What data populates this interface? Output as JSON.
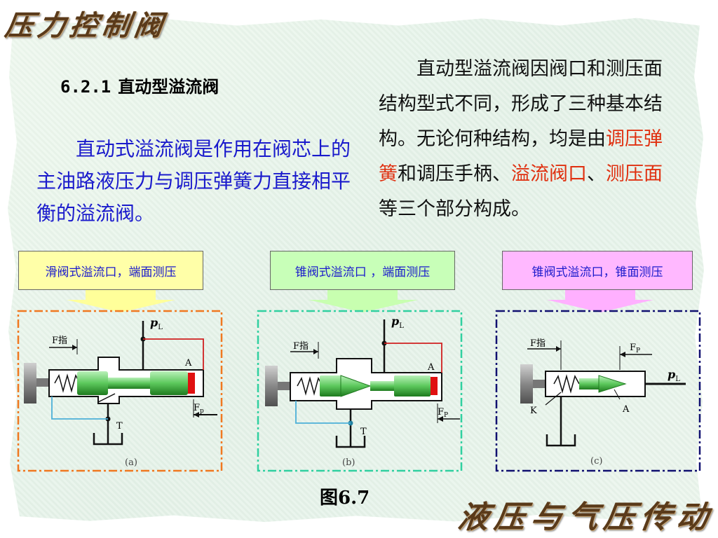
{
  "header": {
    "title": "压力控制阀"
  },
  "footer": {
    "title": "液压与气压传动"
  },
  "section": {
    "number": "6.2.1",
    "title": "直动型溢流阀"
  },
  "intro": {
    "text": "直动式溢流阀是作用在阀芯上的主油路液压力与调压弹簧力直接相平衡的溢流阀。"
  },
  "description": {
    "part1": "直动型溢流阀因阀口和测压面结构型式不同，形成了三种基本结构。无论何种结构，均是由",
    "hl1": "调压弹簧",
    "part2": "和调压手柄、",
    "hl2": "溢流阀口",
    "part3": "、",
    "hl3": "测压面",
    "part4": "等三个部分构成。"
  },
  "labels": {
    "a": "滑阀式溢流口，端面测压",
    "b": "锥阀式溢流口 ，端面测压",
    "c": "锥阀式溢流口，锥面测压"
  },
  "diagrams": {
    "a": {
      "panel": "(a)",
      "p": "p",
      "p_sub": "L",
      "f_spring": "F指",
      "f_p": "F",
      "f_p_sub": "p",
      "port_a": "A",
      "port_t": "T"
    },
    "b": {
      "panel": "(b)",
      "p": "p",
      "p_sub": "L",
      "f_spring": "F指",
      "f_p": "F",
      "f_p_sub": "P",
      "port_a": "A",
      "port_t": "T"
    },
    "c": {
      "panel": "(c)",
      "p": "p",
      "p_sub": "L",
      "f_spring": "F指",
      "f_p": "F",
      "f_p_sub": "P",
      "port_a": "A",
      "port_k": "K"
    }
  },
  "figure": {
    "caption": "图6.7"
  },
  "colors": {
    "blue_text": "#1a1acc",
    "highlight": "#e03010",
    "brush": "#5a3a1a",
    "box_a": "#ffffa8",
    "box_b": "#c8ffb8",
    "box_c": "#ffb8ff",
    "frame_a": "#f07820",
    "frame_b": "#30d0a0",
    "frame_c": "#101070"
  }
}
